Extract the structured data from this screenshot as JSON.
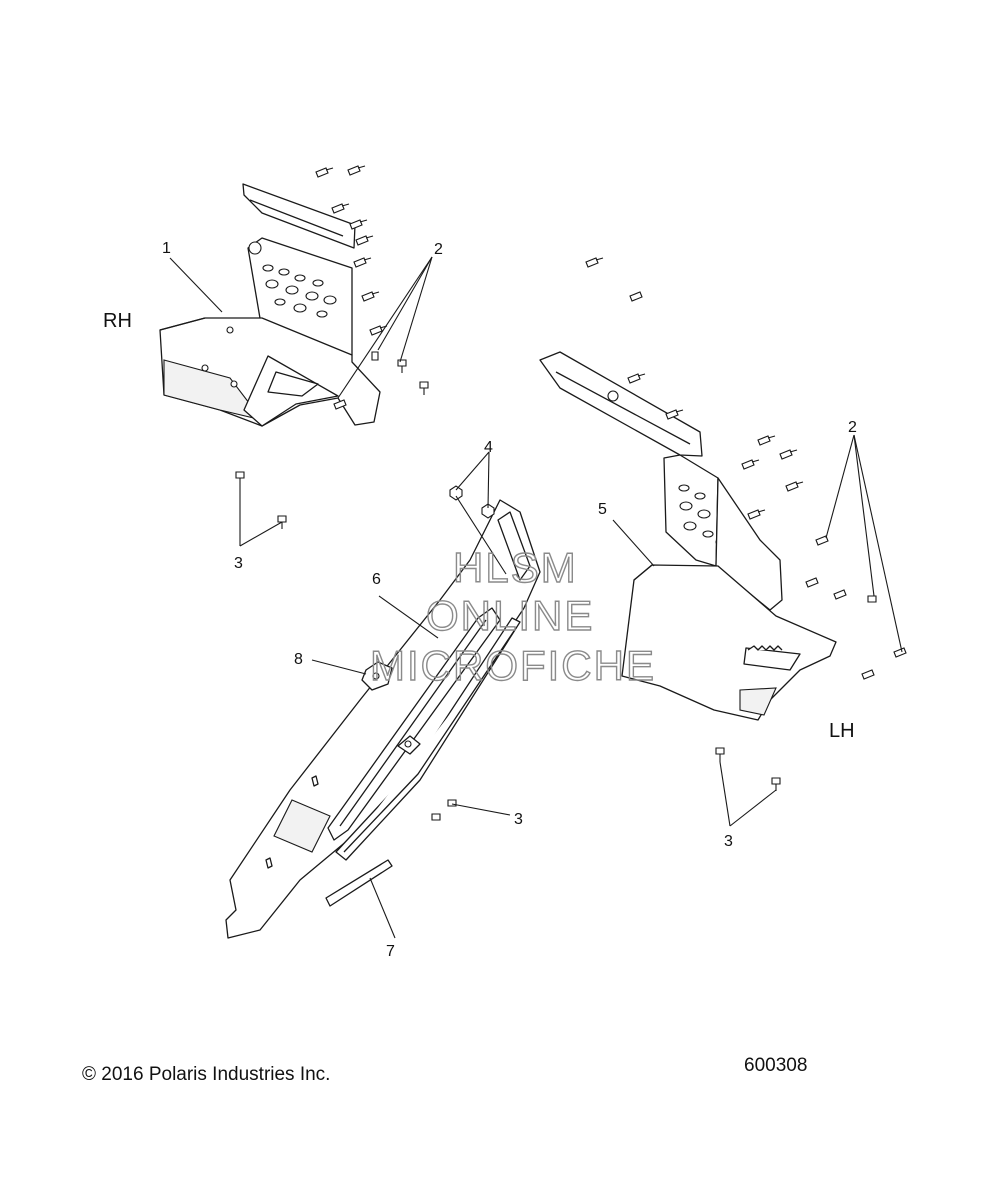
{
  "side_labels": {
    "right": "RH",
    "left": "LH"
  },
  "callouts": {
    "c1": "1",
    "c2_upper": "2",
    "c2_right": "2",
    "c3_rh": "3",
    "c3_center": "3",
    "c3_lh": "3",
    "c4": "4",
    "c5": "5",
    "c6": "6",
    "c7": "7",
    "c8": "8"
  },
  "watermark": {
    "line1": "HLSM",
    "line2": "ONLINE",
    "line3": "MICROFICHE"
  },
  "footer": {
    "copyright": "© 2016 Polaris Industries Inc.",
    "diagram_id": "600308"
  },
  "icons": {
    "copyright": "copyright-symbol",
    "fastener": "bolt-icon"
  }
}
